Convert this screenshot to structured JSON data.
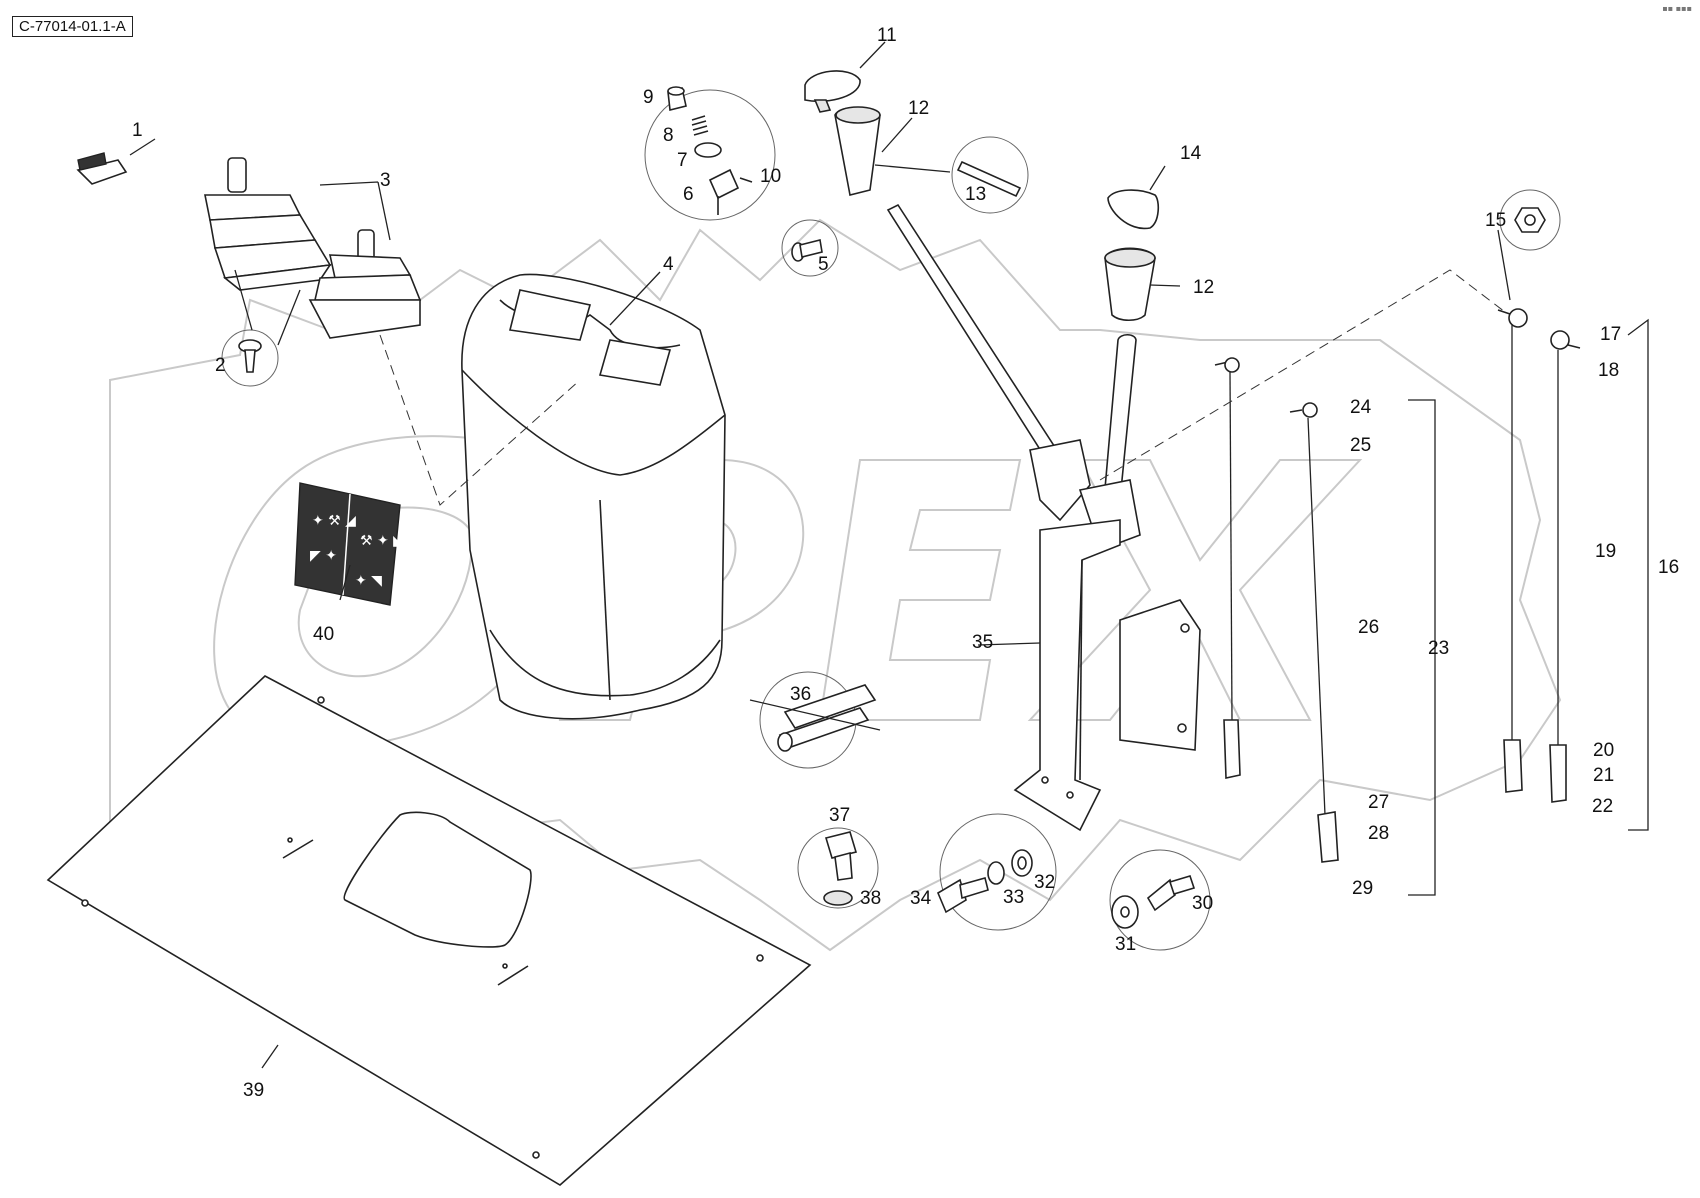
{
  "drawing_ref": "C-77014-01.1-A",
  "callouts": [
    "1",
    "2",
    "3",
    "4",
    "5",
    "6",
    "7",
    "8",
    "9",
    "10",
    "11",
    "12",
    "12",
    "13",
    "14",
    "15",
    "16",
    "17",
    "18",
    "19",
    "20",
    "21",
    "22",
    "23",
    "24",
    "25",
    "26",
    "27",
    "28",
    "29",
    "30",
    "31",
    "32",
    "33",
    "34",
    "35",
    "36",
    "37",
    "38",
    "39",
    "40"
  ],
  "watermark": "OPEX"
}
